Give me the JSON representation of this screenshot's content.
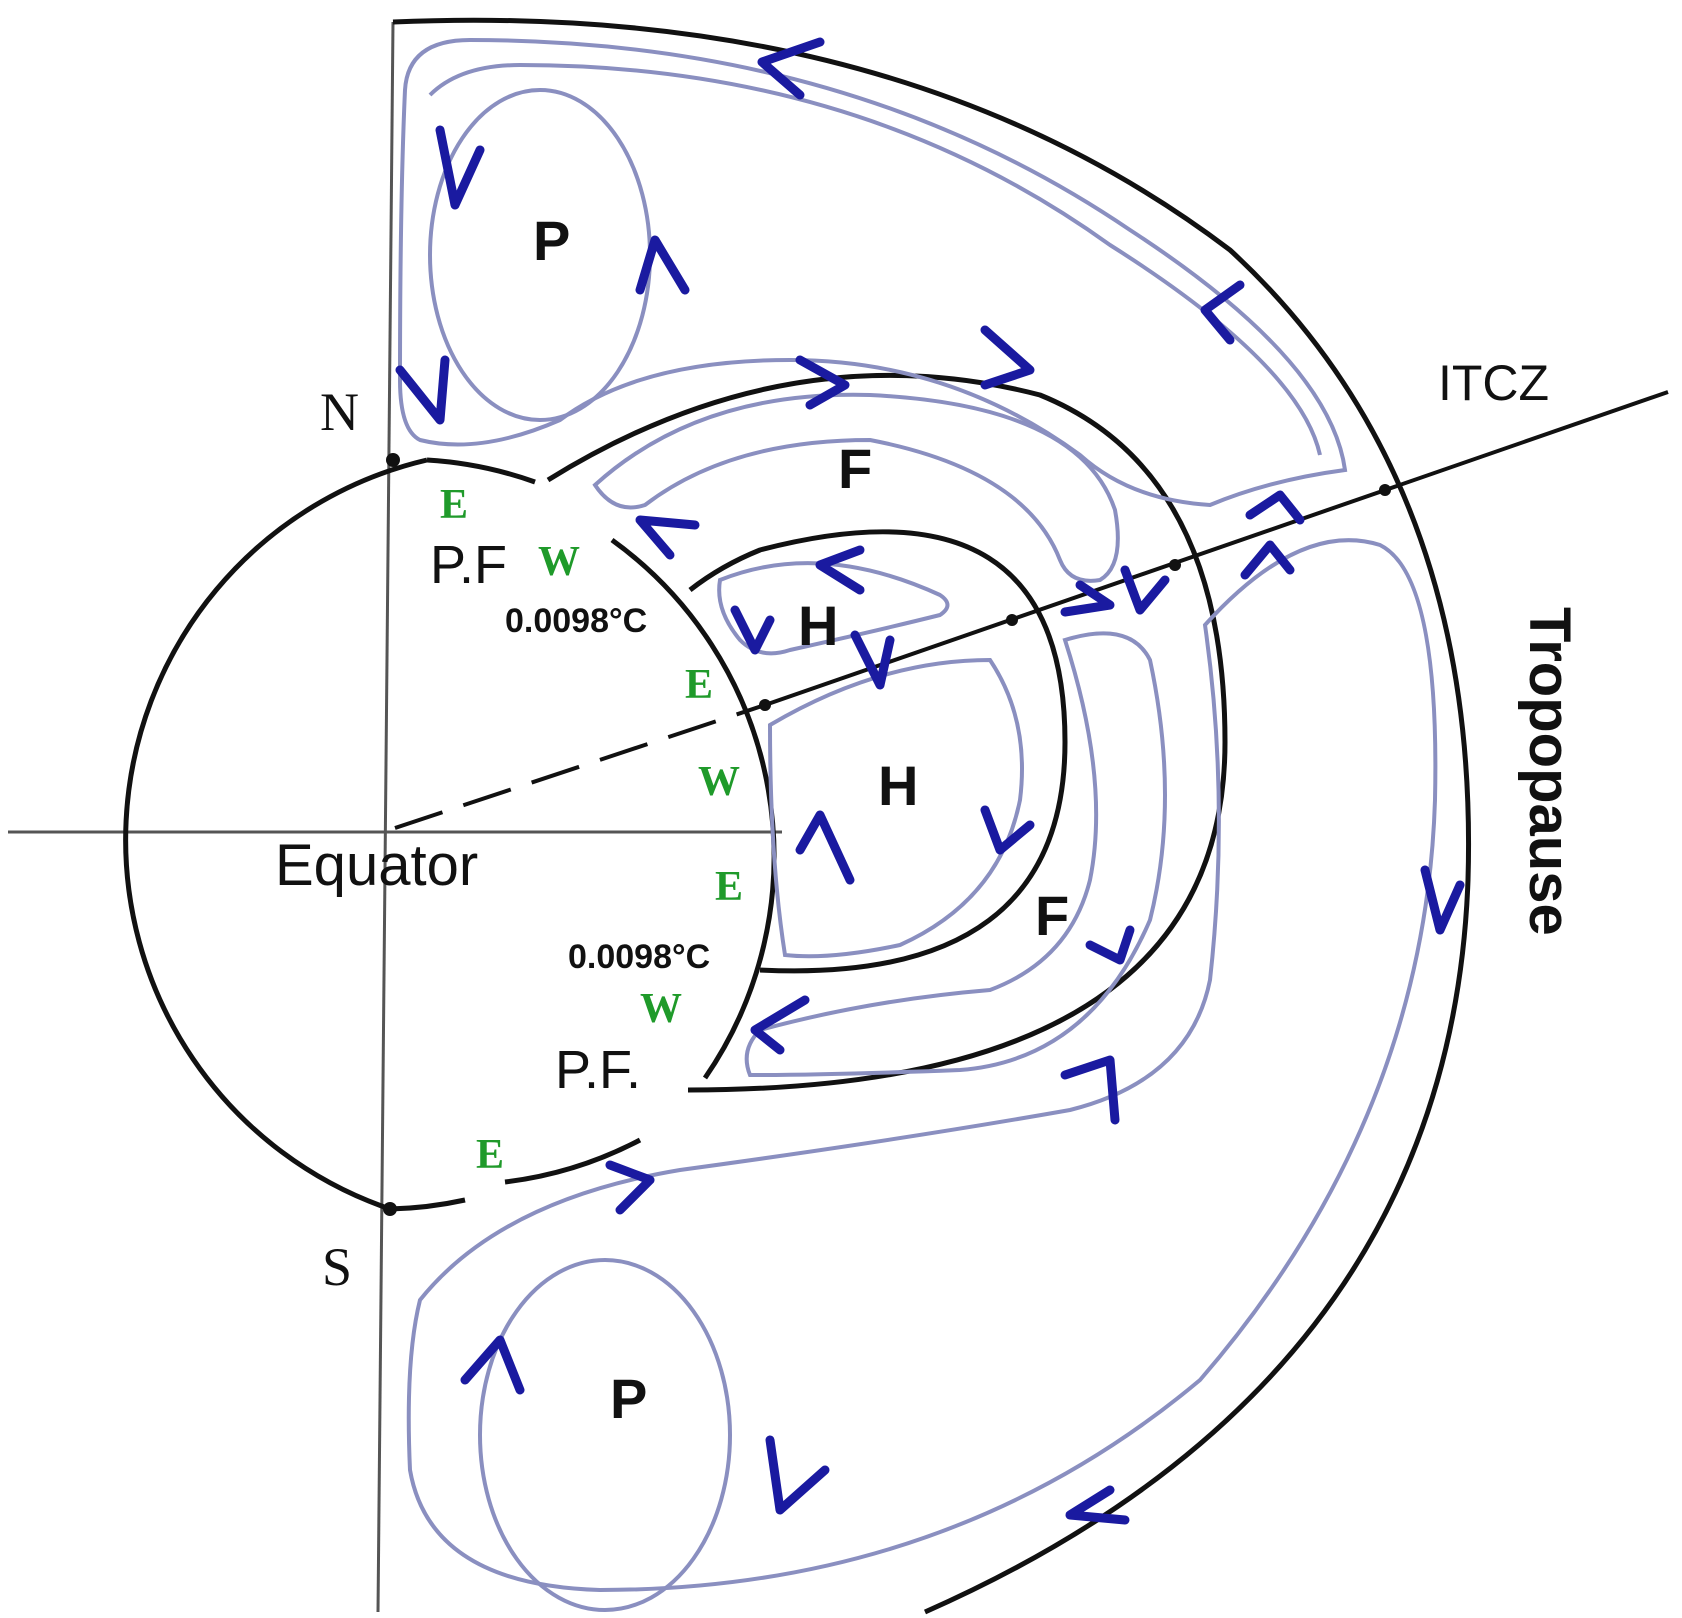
{
  "labels": {
    "north": "N",
    "south": "S",
    "equator": "Equator",
    "itcz": "ITCZ",
    "tropopause": "Tropopause",
    "polar_cell_north": "P",
    "polar_cell_south": "P",
    "ferrel_cell_north": "F",
    "ferrel_cell_south": "F",
    "hadley_cell_north": "H",
    "hadley_cell_south": "H",
    "polar_front_north": "P.F",
    "polar_front_south": "P.F.",
    "lapse_rate_north": "0.0098°C",
    "lapse_rate_south": "0.0098°C"
  },
  "wind_markers": [
    {
      "id": "n-polar-easterly",
      "text": "E"
    },
    {
      "id": "n-westerly",
      "text": "W"
    },
    {
      "id": "n-trade-easterly",
      "text": "E"
    },
    {
      "id": "eq-westerly",
      "text": "W"
    },
    {
      "id": "s-trade-easterly",
      "text": "E"
    },
    {
      "id": "s-westerly",
      "text": "W"
    },
    {
      "id": "s-polar-easterly",
      "text": "E"
    }
  ],
  "colors": {
    "outline": "#111111",
    "circulation_loop": "#8a8fc0",
    "arrow": "#1a1aa0",
    "wind_marker": "#1f9a2a",
    "text": "#111111"
  }
}
